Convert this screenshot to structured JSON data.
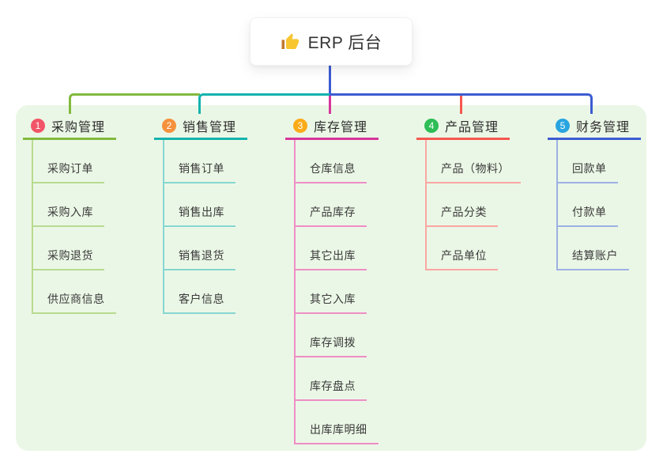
{
  "root": {
    "title": "ERP 后台",
    "icon": "thumbs-up-icon",
    "icon_colors": {
      "hand": "#f7c631",
      "cuff": "#c17a2f"
    }
  },
  "palette": {
    "canvas_bg": "#ffffff",
    "panel_bg": "#ebf7e6",
    "root_text": "#333333",
    "topic_text": "#2d2d2d",
    "child_text": "#3a3a3a",
    "stem_color": "#4059d0"
  },
  "branches": [
    {
      "badge": "1",
      "label": "采购管理",
      "badge_color": "#f25568",
      "line_color": "#82ba3e",
      "sub_line_color": "#b7db90",
      "children": [
        "采购订单",
        "采购入库",
        "采购退货",
        "供应商信息"
      ]
    },
    {
      "badge": "2",
      "label": "销售管理",
      "badge_color": "#f6913c",
      "line_color": "#14b3ae",
      "sub_line_color": "#86d6d1",
      "children": [
        "销售订单",
        "销售出库",
        "销售退货",
        "客户信息"
      ]
    },
    {
      "badge": "3",
      "label": "库存管理",
      "badge_color": "#fbab19",
      "line_color": "#d6359b",
      "sub_line_color": "#ee8ec5",
      "children": [
        "仓库信息",
        "产品库存",
        "其它出库",
        "其它入库",
        "库存调拨",
        "库存盘点",
        "出库库明细"
      ]
    },
    {
      "badge": "4",
      "label": "产品管理",
      "badge_color": "#2ebd56",
      "line_color": "#f5574f",
      "sub_line_color": "#f9a7a2",
      "children": [
        "产品（物料）",
        "产品分类",
        "产品单位"
      ]
    },
    {
      "badge": "5",
      "label": "财务管理",
      "badge_color": "#28a4e0",
      "line_color": "#3c5cd2",
      "sub_line_color": "#9cb0e4",
      "children": [
        "回款单",
        "付款单",
        "结算账户"
      ]
    }
  ]
}
